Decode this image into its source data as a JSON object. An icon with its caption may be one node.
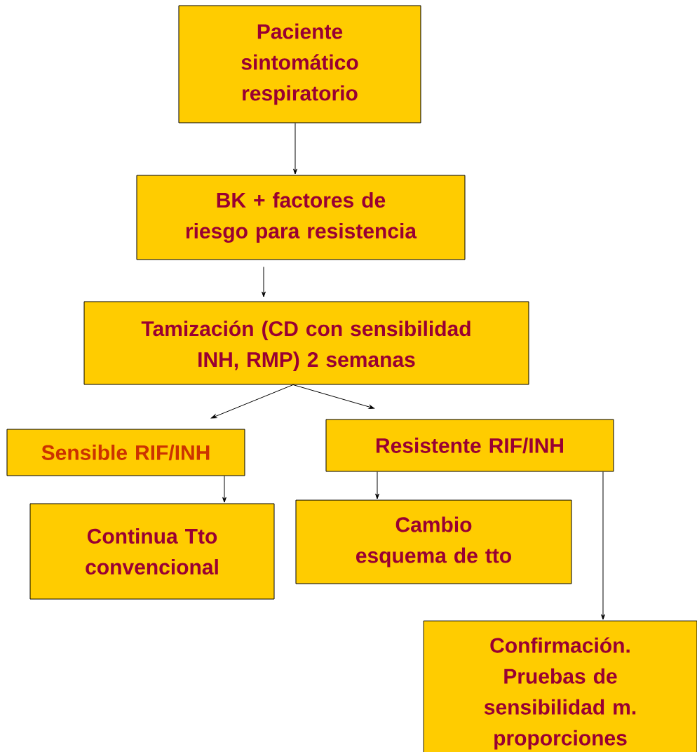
{
  "diagram": {
    "nodes": [
      {
        "text": [
          "Paciente sintomático respiratorio"
        ]
      },
      {
        "text": [
          "BK + factores de riesgo para resistencia"
        ]
      },
      {
        "text": [
          "Tamización (CD con sensibilidad INH, RMP) 2 semanas"
        ]
      },
      {
        "text": [
          "Sensible RIF/INH"
        ]
      },
      {
        "text": [
          "Resistente RIF/INH"
        ]
      },
      {
        "text": [
          "Continua Tto convencional"
        ]
      },
      {
        "text": [
          "Cambio esquema de tto"
        ]
      },
      {
        "text": [
          "Confirmación. Pruebas de sensibilidad m. proporciones"
        ]
      }
    ],
    "edges": [
      {
        "from": 0,
        "to": 1,
        "arrow": "to"
      },
      {
        "from": 1,
        "to": 2,
        "arrow": "to"
      },
      {
        "from": 2,
        "to": 3,
        "arrow": "to"
      },
      {
        "from": 2,
        "to": 4,
        "arrow": "to"
      },
      {
        "from": 3,
        "to": 5,
        "arrow": "to"
      },
      {
        "from": 4,
        "to": 6,
        "arrow": "to"
      },
      {
        "from": 4,
        "to": 7,
        "arrow": "to"
      }
    ]
  }
}
